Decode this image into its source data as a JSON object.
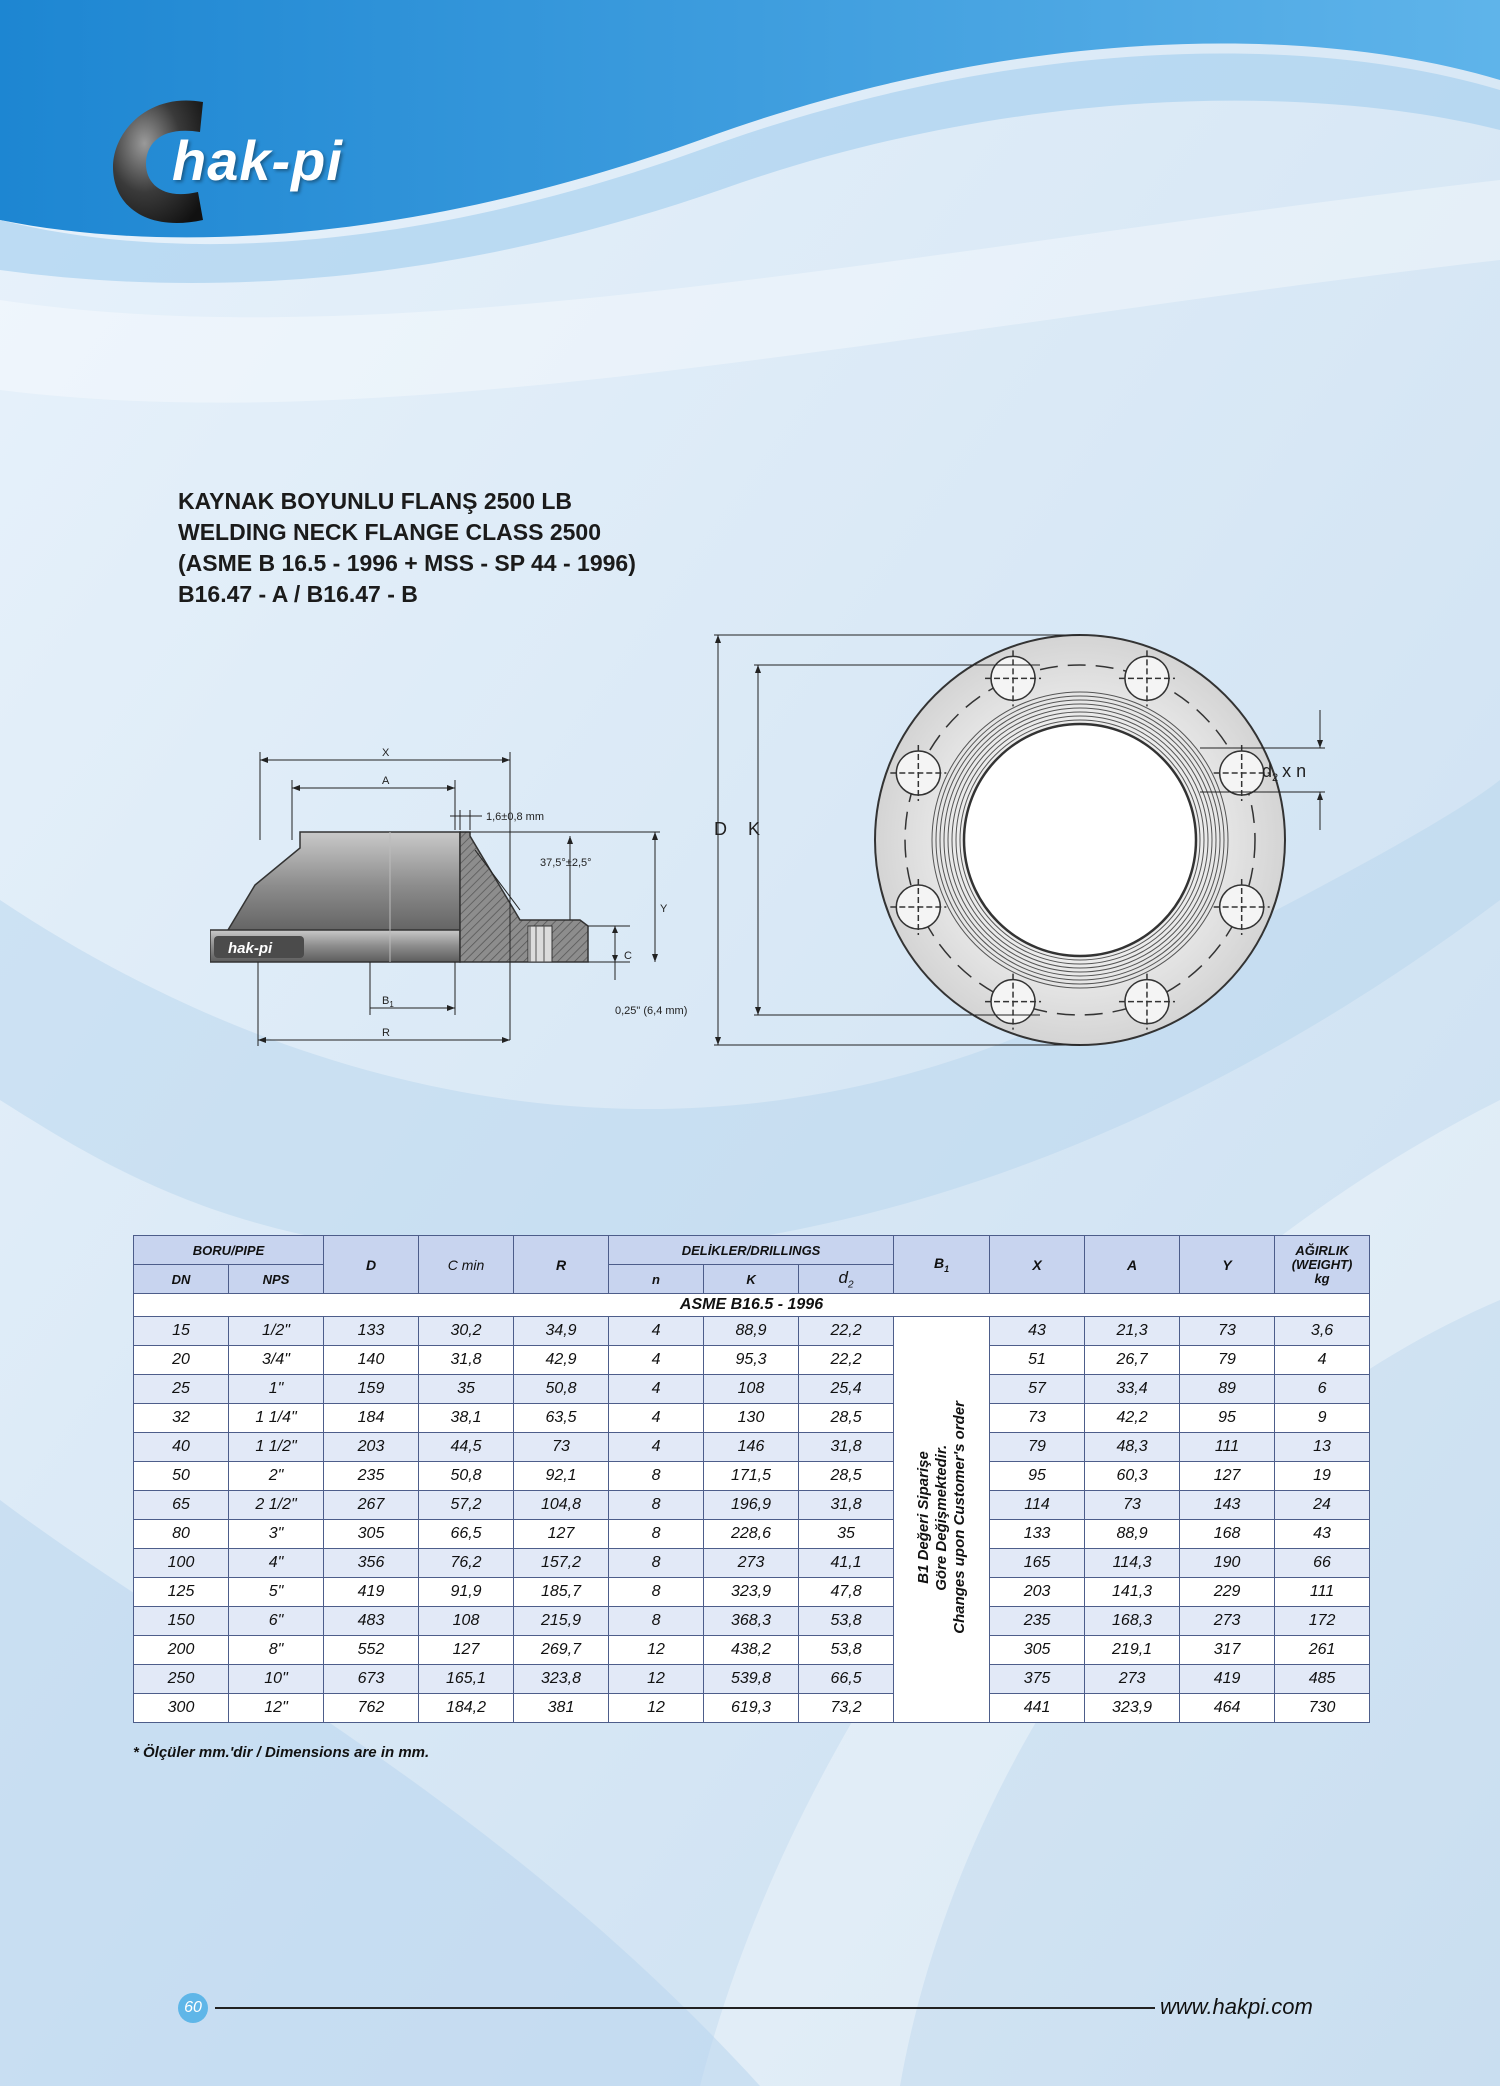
{
  "brand": {
    "name": "hak-pi"
  },
  "title": {
    "line1": "KAYNAK BOYUNLU FLANŞ 2500 LB",
    "line2": "WELDING NECK FLANGE CLASS 2500",
    "line3": "(ASME B 16.5 - 1996 + MSS - SP 44 - 1996)",
    "line4": "B16.47 - A / B16.47 - B"
  },
  "side_view": {
    "label_x": "X",
    "label_a": "A",
    "label_raised": "1,6±0,8 mm",
    "label_angle": "37,5°±2,5°",
    "label_y": "Y",
    "label_c": "C",
    "label_b1": "B",
    "label_b1_sub": "1",
    "label_r": "R",
    "label_bevel": "0,25\" (6,4 mm)",
    "badge": "hak-pi"
  },
  "front_view": {
    "label_d": "D",
    "label_k": "K",
    "label_d2": "d",
    "label_d2_sub": "2",
    "label_d2_suffix": "x n",
    "bolt_holes": 8
  },
  "table": {
    "headers": {
      "boru_pipe": "BORU/PIPE",
      "dn": "DN",
      "nps": "NPS",
      "d": "D",
      "c_min": "C min",
      "r": "R",
      "drillings": "DELİKLER/DRILLINGS",
      "n": "n",
      "k": "K",
      "d2": "d",
      "d2_sub": "2",
      "b1": "B",
      "b1_sub": "1",
      "x": "X",
      "a": "A",
      "y": "Y",
      "weight_1": "AĞIRLIK",
      "weight_2": "(WEIGHT)",
      "weight_3": "kg"
    },
    "standard": "ASME B16.5 - 1996",
    "b1_note_1": "B1 Değeri Siparişe",
    "b1_note_2": "Göre Değişmektedir.",
    "b1_note_3": "Changes upon Customer's order",
    "rows": [
      [
        "15",
        "1/2\"",
        "133",
        "30,2",
        "34,9",
        "4",
        "88,9",
        "22,2",
        "43",
        "21,3",
        "73",
        "3,6"
      ],
      [
        "20",
        "3/4\"",
        "140",
        "31,8",
        "42,9",
        "4",
        "95,3",
        "22,2",
        "51",
        "26,7",
        "79",
        "4"
      ],
      [
        "25",
        "1\"",
        "159",
        "35",
        "50,8",
        "4",
        "108",
        "25,4",
        "57",
        "33,4",
        "89",
        "6"
      ],
      [
        "32",
        "1 1/4\"",
        "184",
        "38,1",
        "63,5",
        "4",
        "130",
        "28,5",
        "73",
        "42,2",
        "95",
        "9"
      ],
      [
        "40",
        "1 1/2\"",
        "203",
        "44,5",
        "73",
        "4",
        "146",
        "31,8",
        "79",
        "48,3",
        "111",
        "13"
      ],
      [
        "50",
        "2\"",
        "235",
        "50,8",
        "92,1",
        "8",
        "171,5",
        "28,5",
        "95",
        "60,3",
        "127",
        "19"
      ],
      [
        "65",
        "2 1/2\"",
        "267",
        "57,2",
        "104,8",
        "8",
        "196,9",
        "31,8",
        "114",
        "73",
        "143",
        "24"
      ],
      [
        "80",
        "3\"",
        "305",
        "66,5",
        "127",
        "8",
        "228,6",
        "35",
        "133",
        "88,9",
        "168",
        "43"
      ],
      [
        "100",
        "4\"",
        "356",
        "76,2",
        "157,2",
        "8",
        "273",
        "41,1",
        "165",
        "114,3",
        "190",
        "66"
      ],
      [
        "125",
        "5\"",
        "419",
        "91,9",
        "185,7",
        "8",
        "323,9",
        "47,8",
        "203",
        "141,3",
        "229",
        "111"
      ],
      [
        "150",
        "6\"",
        "483",
        "108",
        "215,9",
        "8",
        "368,3",
        "53,8",
        "235",
        "168,3",
        "273",
        "172"
      ],
      [
        "200",
        "8\"",
        "552",
        "127",
        "269,7",
        "12",
        "438,2",
        "53,8",
        "305",
        "219,1",
        "317",
        "261"
      ],
      [
        "250",
        "10\"",
        "673",
        "165,1",
        "323,8",
        "12",
        "539,8",
        "66,5",
        "375",
        "273",
        "419",
        "485"
      ],
      [
        "300",
        "12\"",
        "762",
        "184,2",
        "381",
        "12",
        "619,3",
        "73,2",
        "441",
        "323,9",
        "464",
        "730"
      ]
    ]
  },
  "note": "* Ölçüler mm.'dir / Dimensions are in mm.",
  "footer": {
    "page": "60",
    "website": "www.hakpi.com"
  },
  "colors": {
    "accent": "#1f8fd6",
    "table_header": "#c8d4ef",
    "table_border": "#4d5d8a"
  }
}
